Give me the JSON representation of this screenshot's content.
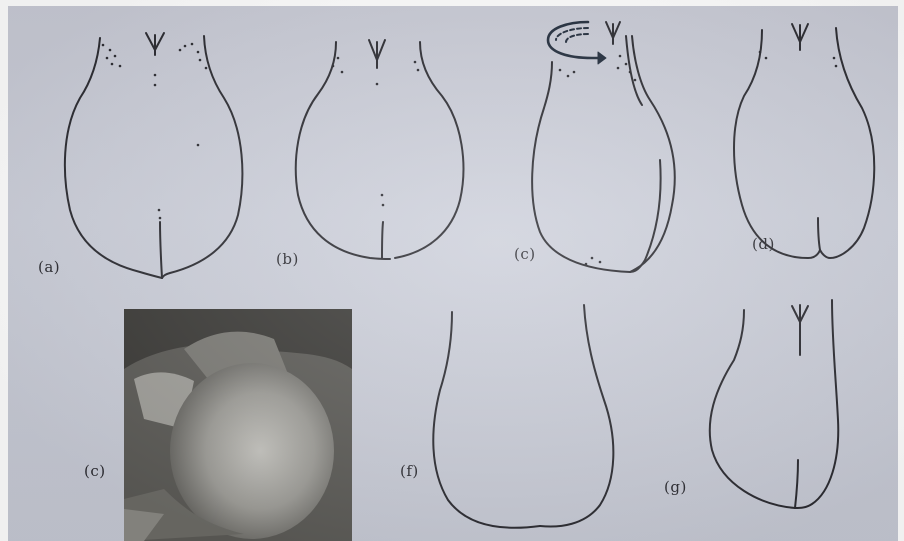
{
  "figure": {
    "labels": {
      "a": "(a)",
      "b": "(b)",
      "c_top": "(c)",
      "d": "(d)",
      "c_bottom": "(c)",
      "f": "(f)",
      "g": "(g)"
    },
    "photo_description": "grayscale-photograph",
    "colors": {
      "paper": "#cdd0db",
      "ink": "#2a2a30",
      "arrow": "#1f2a3a"
    }
  }
}
